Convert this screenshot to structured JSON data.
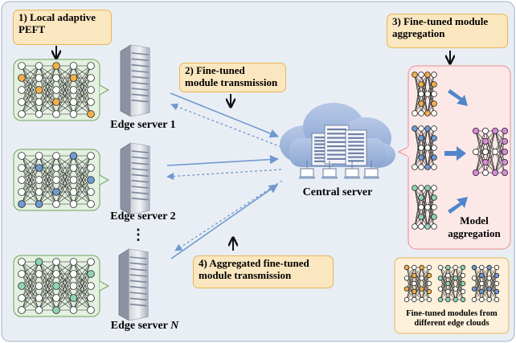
{
  "steps": {
    "step1": "1) Local adaptive PEFT",
    "step2": "2) Fine-tuned module transmission",
    "step3": "3) Fine-tuned module aggregation",
    "step4": "4) Aggregated fine-tuned module transmission"
  },
  "servers": {
    "edge1": "Edge server 1",
    "edge2": "Edge server 2",
    "edgeN_prefix": "Edge server ",
    "edgeN_var": "N",
    "central": "Central server",
    "ellipsis": "⋮"
  },
  "aggregation": {
    "model_aggregation": "Model aggregation"
  },
  "legend": {
    "caption": "Fine-tuned modules from different edge clouds"
  },
  "colors": {
    "background": "#e9eef5",
    "network_panel": "#e4f1e0",
    "aggregation_panel": "#fde8e8",
    "step_box": "#fbe7bf",
    "legend_box": "#fdf1dc",
    "module_orange": "#f2b04a",
    "module_blue": "#6d9bd2",
    "module_teal": "#8fd3b8",
    "module_purple": "#d98ad9",
    "arrow_blue": "#6f98cf"
  },
  "icons": [
    "neural-network-icon",
    "server-rack-icon",
    "cloud-datacenter-icon",
    "arrow-icon"
  ]
}
